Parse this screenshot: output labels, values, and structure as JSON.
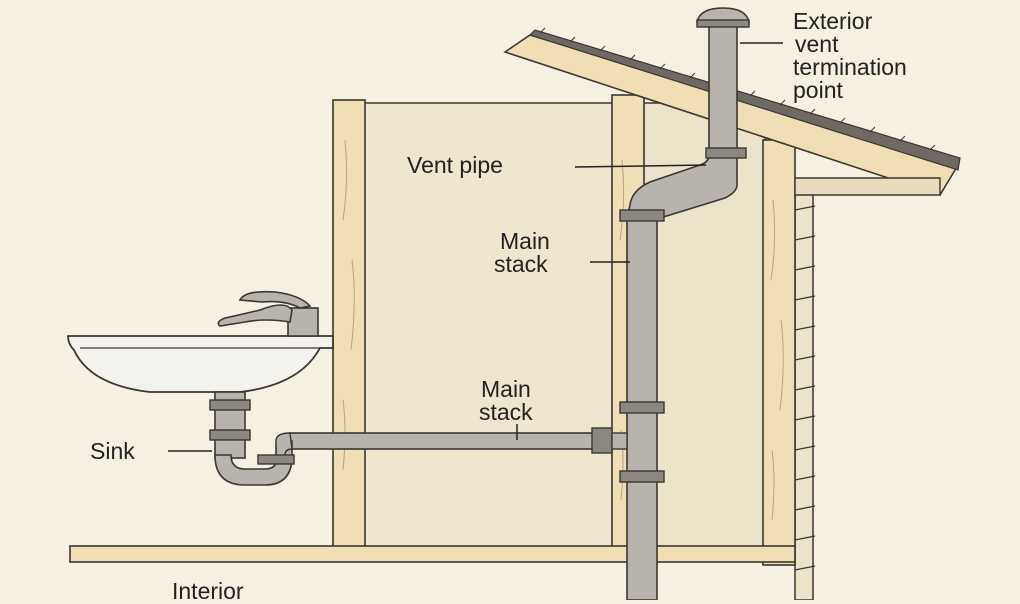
{
  "labels": {
    "exterior_vent": [
      "Exterior",
      "vent",
      "termination",
      "point"
    ],
    "vent_pipe": "Vent pipe",
    "main_stack_upper": [
      "Main",
      "stack"
    ],
    "main_stack_lower": [
      "Main",
      "stack"
    ],
    "sink": "Sink",
    "interior": "Interior"
  },
  "colors": {
    "background": "#f6f0e2",
    "wood": "#f0dfb4",
    "wall_board": "#efe6cf",
    "pipe": "#b8b4ad",
    "pipe_dark": "#8c8780",
    "outline": "#3a3633"
  }
}
